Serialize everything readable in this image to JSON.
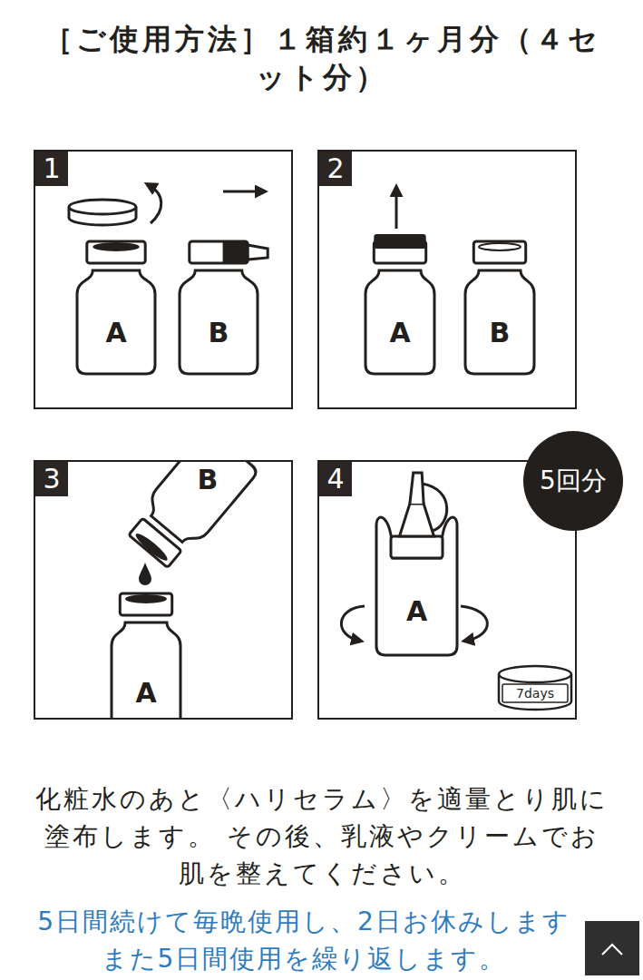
{
  "diagram": {
    "title": "［ご使用方法］１箱約１ヶ月分（４セット分）",
    "nodes": [
      {
        "text": [
          "1"
        ]
      },
      {
        "text": [
          "A"
        ],
        "in": 0
      },
      {
        "text": [
          "B"
        ],
        "in": 0
      },
      {
        "text": [
          "2"
        ]
      },
      {
        "text": [
          "A"
        ],
        "in": 3
      },
      {
        "text": [
          "B"
        ],
        "in": 3
      },
      {
        "text": [
          "3"
        ]
      },
      {
        "text": [
          "B"
        ],
        "in": 6
      },
      {
        "text": [
          "A"
        ],
        "in": 6
      },
      {
        "text": [
          "4"
        ]
      },
      {
        "text": [
          "A"
        ],
        "in": 9
      },
      {
        "text": [
          "7days"
        ],
        "in": 9
      },
      {
        "text": [
          "5回分"
        ]
      }
    ],
    "labels": [
      "化粧水のあと〈ハリセラム〉を適量とり肌に塗布します。 その後、乳液やクリームでお肌を整えてください。",
      "5日間続けて毎晩使用し、2日お休みします また5日間使用を繰り返します。"
    ]
  }
}
